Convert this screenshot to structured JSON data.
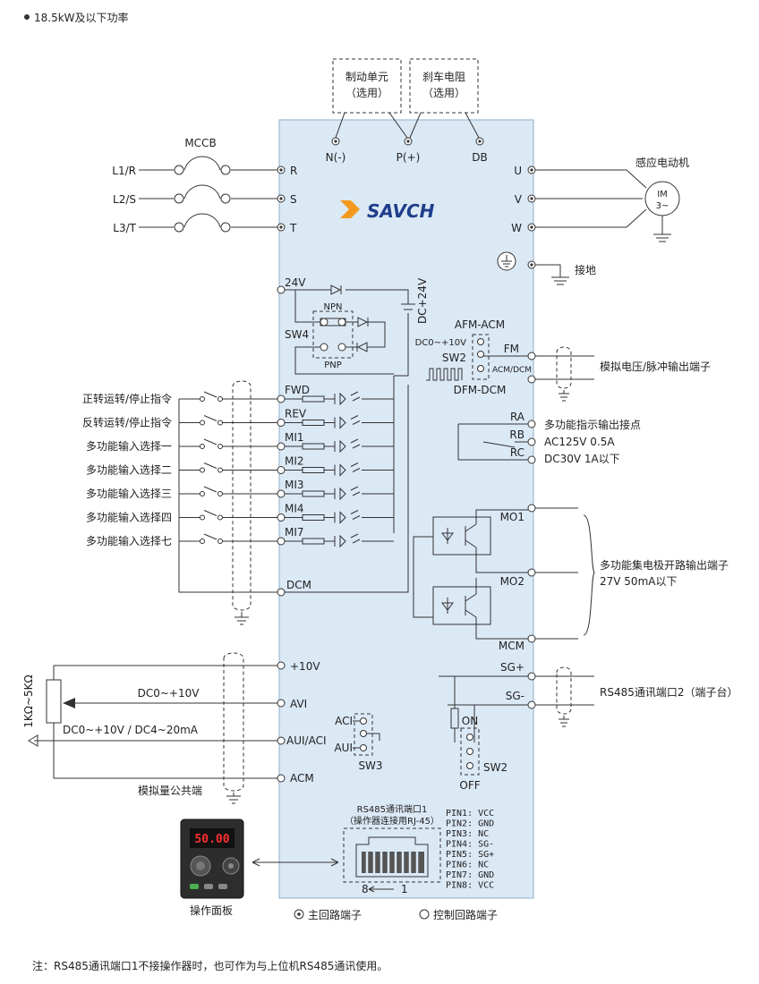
{
  "header": {
    "title": "18.5kW及以下功率"
  },
  "brand": {
    "logo_text": "SAVCH",
    "accent": "#f39a1e",
    "logo_text_color": "#1e3d8a"
  },
  "colors": {
    "panel_fill": "#dbe9f5",
    "panel_stroke": "#9fbad2"
  },
  "top_boxes": [
    {
      "line1": "制动单元",
      "line2": "（选用）"
    },
    {
      "line1": "刹车电阻",
      "line2": "（选用）"
    }
  ],
  "top_terminals": [
    "N(-)",
    "P(+)",
    "DB"
  ],
  "mccb": {
    "label": "MCCB"
  },
  "inputs": [
    {
      "line": "L1/R",
      "terminal": "R"
    },
    {
      "line": "L2/S",
      "terminal": "S"
    },
    {
      "line": "L3/T",
      "terminal": "T"
    }
  ],
  "outputs": [
    "U",
    "V",
    "W"
  ],
  "motor": {
    "title": "感应电动机",
    "line1": "IM",
    "line2": "3~"
  },
  "ground_label": "接地",
  "power": {
    "v24": "24V",
    "dc24": "DC+24V",
    "npn": "NPN",
    "pnp": "PNP",
    "sw4": "SW4"
  },
  "dig_inputs": [
    {
      "desc": "正转运转/停止指令",
      "terminal": "FWD"
    },
    {
      "desc": "反转运转/停止指令",
      "terminal": "REV"
    },
    {
      "desc": "多功能输入选择一",
      "terminal": "MI1"
    },
    {
      "desc": "多功能输入选择二",
      "terminal": "MI2"
    },
    {
      "desc": "多功能输入选择三",
      "terminal": "MI3"
    },
    {
      "desc": "多功能输入选择四",
      "terminal": "MI4"
    },
    {
      "desc": "多功能输入选择七",
      "terminal": "MI7"
    }
  ],
  "dcm": "DCM",
  "analog_out": {
    "afm_acm": "AFM-ACM",
    "dc0_10v": "DC0~+10V",
    "sw2": "SW2",
    "acm_dcm": "ACM/DCM",
    "dfm_dcm": "DFM-DCM",
    "fm": "FM",
    "desc": "模拟电压/脉冲输出端子"
  },
  "relay": {
    "ra": "RA",
    "rb": "RB",
    "rc": "RC",
    "desc1": "多功能指示输出接点",
    "desc2": "AC125V  0.5A",
    "desc3": "DC30V  1A以下"
  },
  "oc": {
    "mo1": "MO1",
    "mo2": "MO2",
    "mcm": "MCM",
    "desc1": "多功能集电极开路输出端子",
    "desc2": "27V 50mA以下"
  },
  "analog_in": {
    "p10v": "+10V",
    "avi": "AVI",
    "aui_aci": "AUI/ACI",
    "acm": "ACM",
    "pot": "1KΩ~5KΩ",
    "dc_avi": "DC0~+10V",
    "dc_aui": "DC0~+10V / DC4~20mA",
    "common": "模拟量公共端",
    "aci": "ACI",
    "aui": "AUI",
    "sw3": "SW3"
  },
  "rs485_2": {
    "sgp": "SG+",
    "sgm": "SG-",
    "on": "ON",
    "off": "OFF",
    "sw2": "SW2",
    "desc": "RS485通讯端口2（端子台）"
  },
  "rs485_1": {
    "title1": "RS485通讯端口1",
    "title2": "（操作器连接用RJ-45）",
    "pin_left": "8",
    "pin_right": "1",
    "pins": [
      "PIN1: VCC",
      "PIN2: GND",
      "PIN3: NC",
      "PIN4: SG-",
      "PIN5: SG+",
      "PIN6: NC",
      "PIN7: GND",
      "PIN8: VCC"
    ]
  },
  "keypad": {
    "display": "50.00",
    "label": "操作面板"
  },
  "legend": {
    "main": "主回路端子",
    "control": "控制回路端子"
  },
  "note": "注：RS485通讯端口1不接操作器时，也可作为与上位机RS485通讯使用。"
}
